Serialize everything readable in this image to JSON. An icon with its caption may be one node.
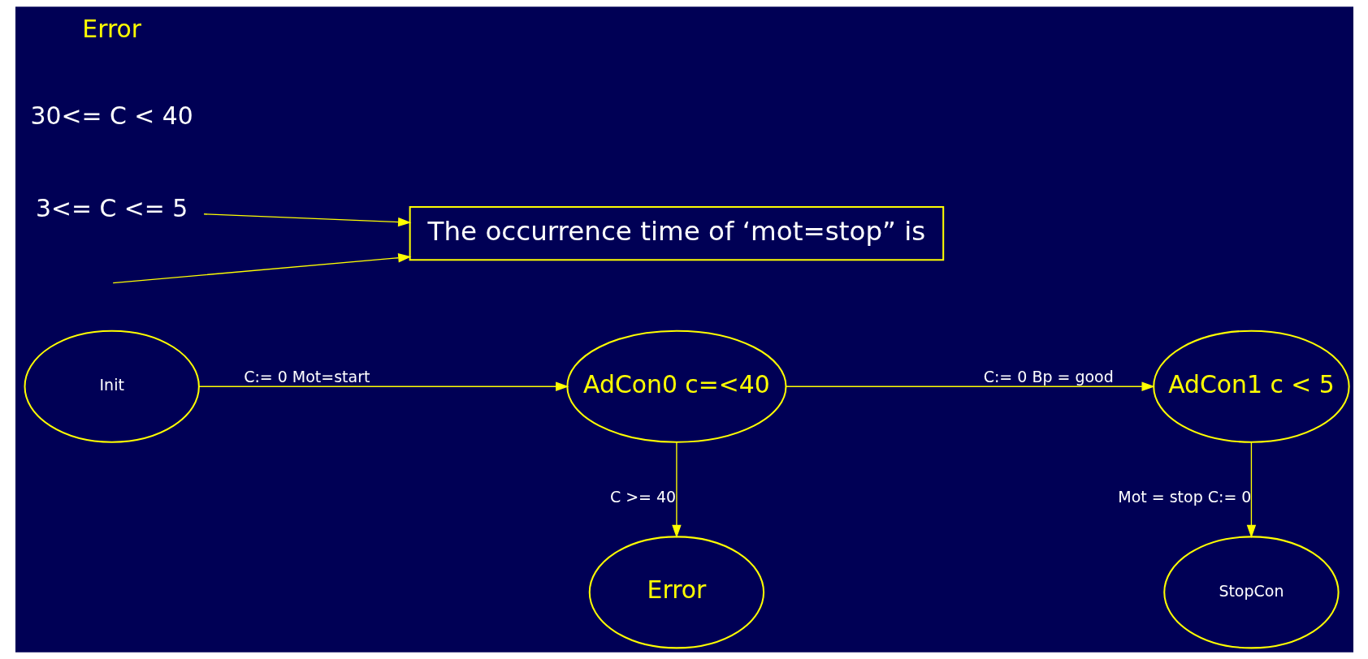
{
  "diagram": {
    "nodes": [
      {
        "text": [
          "Init"
        ]
      },
      {
        "text": [
          "AdCon0 c=<40"
        ]
      },
      {
        "text": [
          "AdCon1 c < 5"
        ]
      },
      {
        "text": [
          "Error"
        ]
      },
      {
        "text": [
          "StopCon"
        ]
      },
      {
        "text": [
          "The occurrence time of ‘mot=stop” is"
        ]
      },
      {
        "text": [
          "3<= C <= 5"
        ]
      }
    ],
    "edges": [
      {
        "from": 0,
        "to": 1,
        "arrow": "to",
        "label": "C:= 0 Mot=start"
      },
      {
        "from": 1,
        "to": 2,
        "arrow": "to",
        "label": "C:= 0 Bp = good"
      },
      {
        "from": 1,
        "to": 3,
        "arrow": "to",
        "label": "C >= 40"
      },
      {
        "from": 2,
        "to": 4,
        "arrow": "to",
        "label": "Mot = stop C:= 0"
      },
      {
        "from": 6,
        "to": 5,
        "arrow": "to"
      },
      {
        "from": null,
        "to": 5,
        "arrow": "to"
      }
    ],
    "labels": [
      "30<= C < 40",
      "Error"
    ]
  }
}
